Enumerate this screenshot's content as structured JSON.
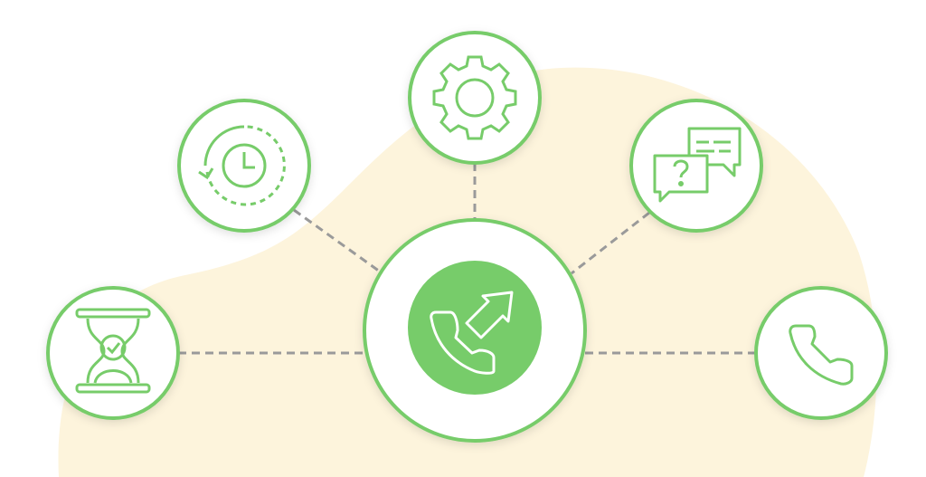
{
  "colors": {
    "accent": "#77cc6a",
    "background_blob": "#fdf4dc",
    "connector": "#9a9a9a",
    "node_fill": "#ffffff"
  },
  "nodes": [
    {
      "id": "center",
      "icon": "outgoing-call-icon"
    },
    {
      "id": "hourglass",
      "icon": "hourglass-check-icon"
    },
    {
      "id": "history",
      "icon": "clock-history-icon"
    },
    {
      "id": "settings",
      "icon": "gear-icon"
    },
    {
      "id": "faq",
      "icon": "chat-question-icon"
    },
    {
      "id": "phone",
      "icon": "phone-icon"
    }
  ]
}
